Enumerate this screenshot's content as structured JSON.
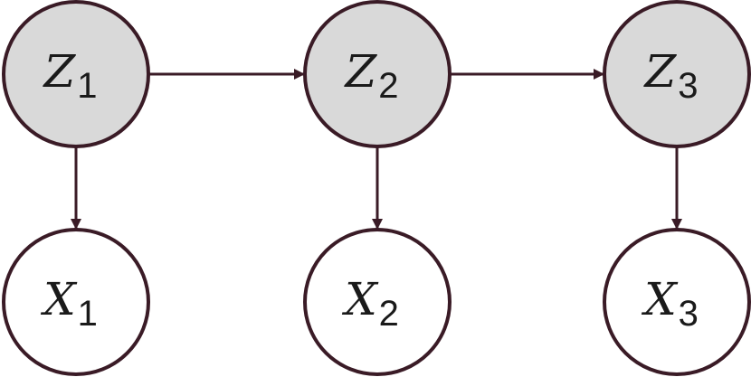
{
  "colors": {
    "stroke": "#3a1b26",
    "latent_fill": "#d9d9d9",
    "observed_fill": "#ffffff",
    "text": "#1a1a1a"
  },
  "nodes": [
    {
      "id": "Z1",
      "symbol": "Z",
      "subscript": "1",
      "kind": "latent"
    },
    {
      "id": "Z2",
      "symbol": "Z",
      "subscript": "2",
      "kind": "latent"
    },
    {
      "id": "Z3",
      "symbol": "Z",
      "subscript": "3",
      "kind": "latent"
    },
    {
      "id": "X1",
      "symbol": "X",
      "subscript": "1",
      "kind": "observed"
    },
    {
      "id": "X2",
      "symbol": "X",
      "subscript": "2",
      "kind": "observed"
    },
    {
      "id": "X3",
      "symbol": "X",
      "subscript": "3",
      "kind": "observed"
    }
  ],
  "edges": [
    {
      "from": "Z1",
      "to": "Z2"
    },
    {
      "from": "Z2",
      "to": "Z3"
    },
    {
      "from": "Z1",
      "to": "X1"
    },
    {
      "from": "Z2",
      "to": "X2"
    },
    {
      "from": "Z3",
      "to": "X3"
    }
  ]
}
